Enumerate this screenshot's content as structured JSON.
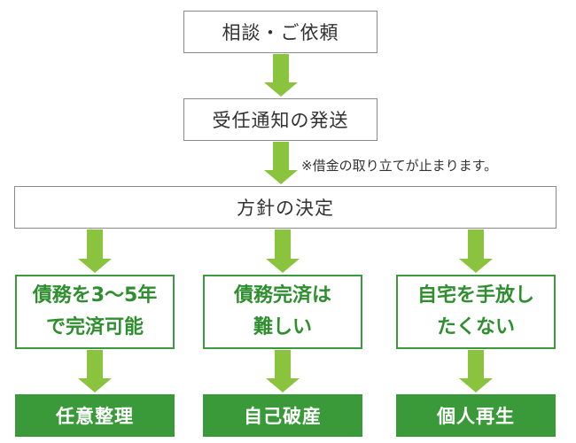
{
  "colors": {
    "arrow": "#8ac43f",
    "green": "#3a9a3a",
    "border": "#8a8a8a"
  },
  "steps": {
    "consult": "相談・ご依頼",
    "notice": "受任通知の発送",
    "decide": "方針の決定"
  },
  "note": "※借金の取り立てが止まります。",
  "choices": [
    {
      "line1": "債務を3〜5年",
      "line2": "で完済可能"
    },
    {
      "line1": "債務完済は",
      "line2": "難しい"
    },
    {
      "line1": "自宅を手放し",
      "line2": "たくない"
    }
  ],
  "outcomes": [
    "任意整理",
    "自己破産",
    "個人再生"
  ]
}
